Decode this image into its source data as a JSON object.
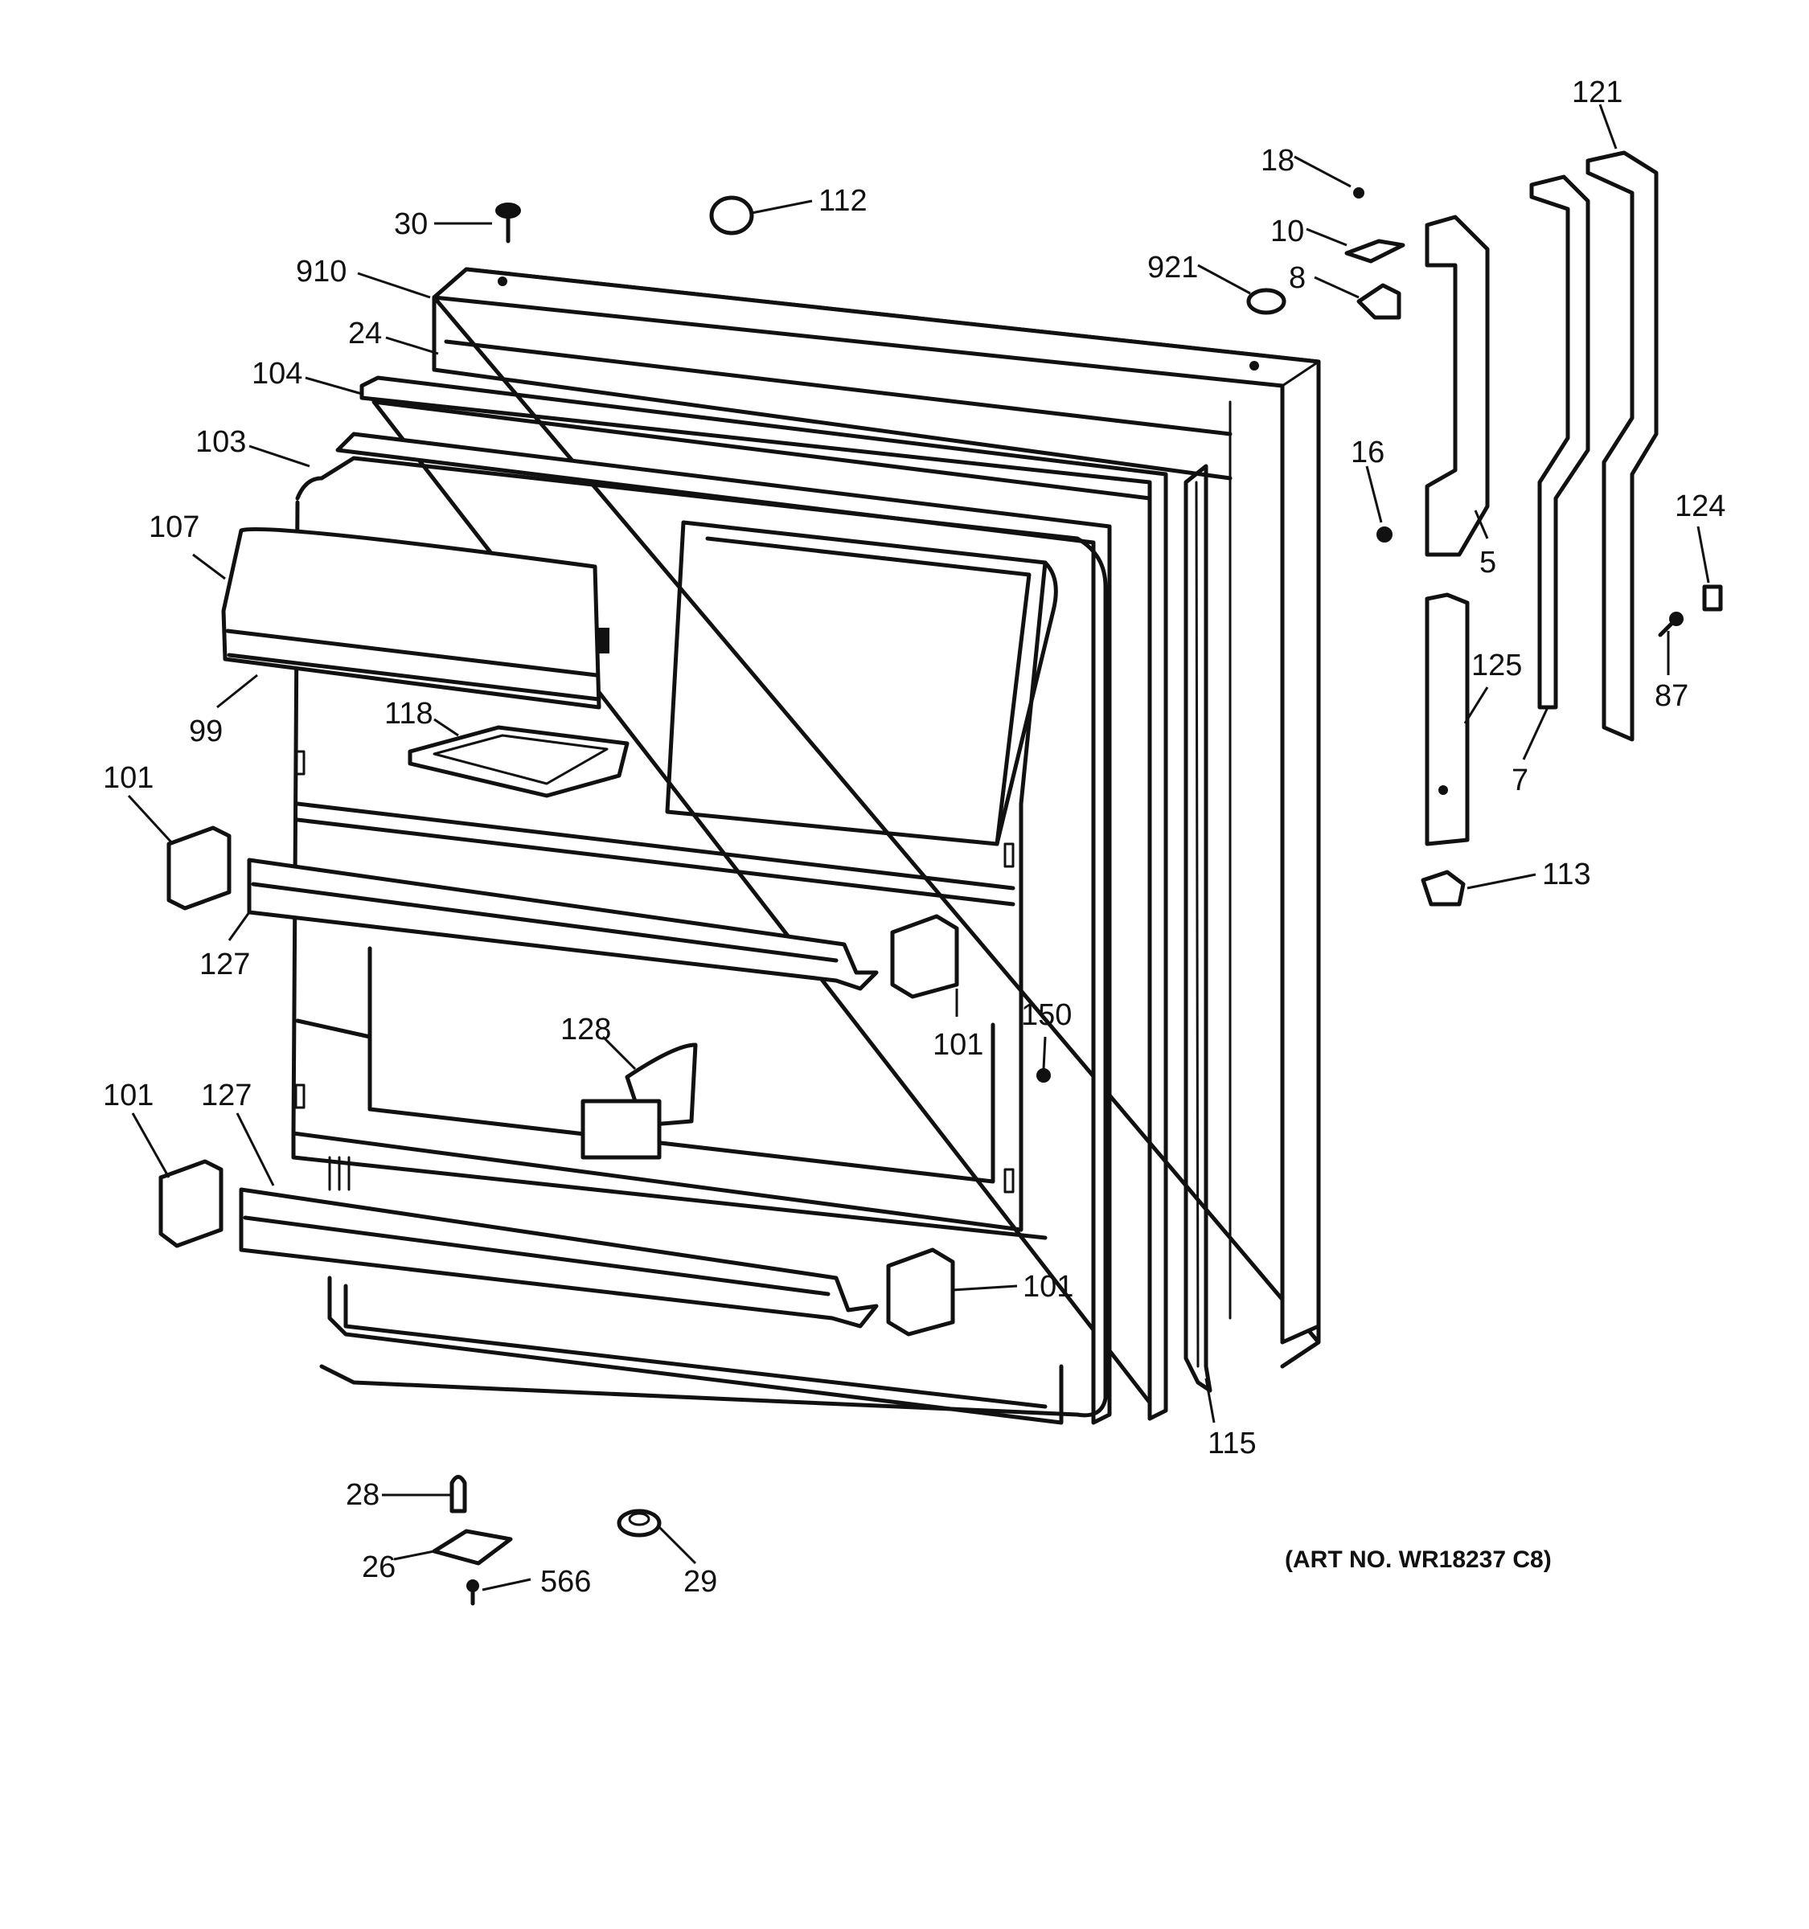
{
  "diagram": {
    "callouts": [
      "30",
      "112",
      "910",
      "24",
      "104",
      "103",
      "107",
      "99",
      "118",
      "101",
      "127",
      "128",
      "150",
      "101",
      "101",
      "127",
      "101",
      "28",
      "26",
      "566",
      "29",
      "115",
      "18",
      "10",
      "921",
      "8",
      "16",
      "5",
      "121",
      "7",
      "124",
      "87",
      "125",
      "113"
    ],
    "art_number": "(ART NO. WR18237 C8)"
  }
}
